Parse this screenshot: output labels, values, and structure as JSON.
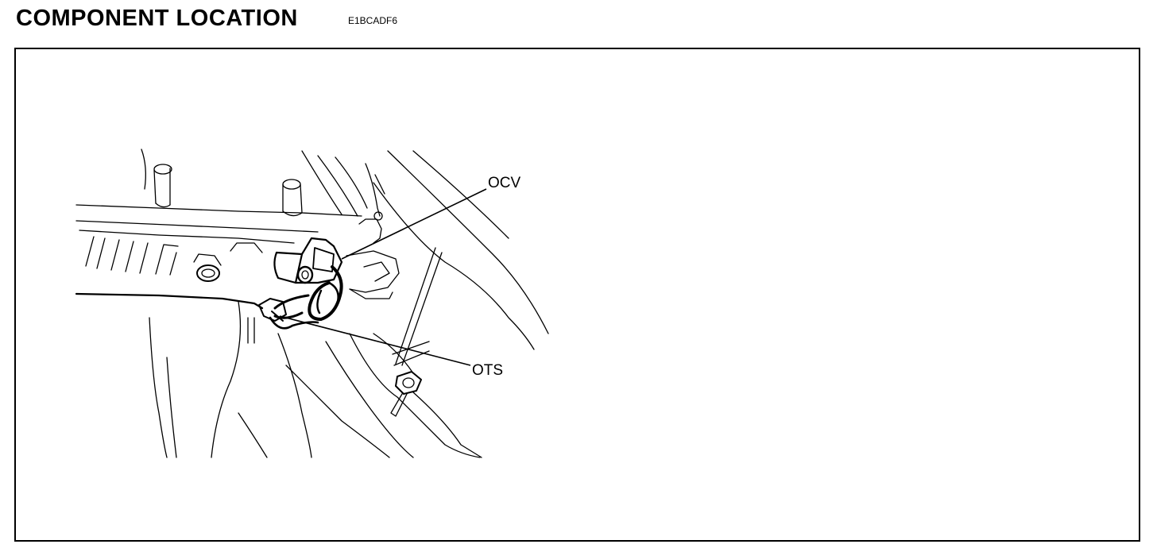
{
  "header": {
    "title": "COMPONENT LOCATION",
    "code": "E1BCADF6"
  },
  "figure": {
    "callouts": [
      {
        "id": "ocv",
        "label": "OCV"
      },
      {
        "id": "ots",
        "label": "OTS"
      }
    ],
    "colors": {
      "ink": "#000000",
      "paper": "#ffffff"
    }
  }
}
